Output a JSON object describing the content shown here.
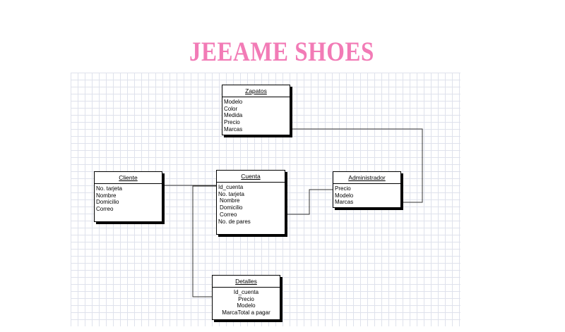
{
  "title": "JEEAME SHOES",
  "entities": {
    "zapatos": {
      "name": "Zapatos",
      "attributes": [
        "Modelo",
        "Color",
        "Medida",
        "Precio",
        "Marcas"
      ]
    },
    "cliente": {
      "name": "Cliente",
      "attributes": [
        "No. tarjeta",
        "Nombre",
        "Domicilio",
        "Correo"
      ]
    },
    "cuenta": {
      "name": "Cuenta",
      "attributes": [
        "Id_cuenta",
        "No. tarjeta",
        "Nombre",
        "Domicilio",
        "Correo",
        "No. de pares"
      ]
    },
    "administrador": {
      "name": "Administrador",
      "attributes": [
        "Precio",
        "Modelo",
        "Marcas"
      ]
    },
    "detalles": {
      "name": "Detalles",
      "attributes": [
        "Id_cuenta",
        "Precio",
        "Modelo",
        "MarcaTotal a pagar"
      ]
    }
  },
  "colors": {
    "title": "#f27bb6",
    "grid": "#dfe2ec",
    "connector": "#333333"
  }
}
